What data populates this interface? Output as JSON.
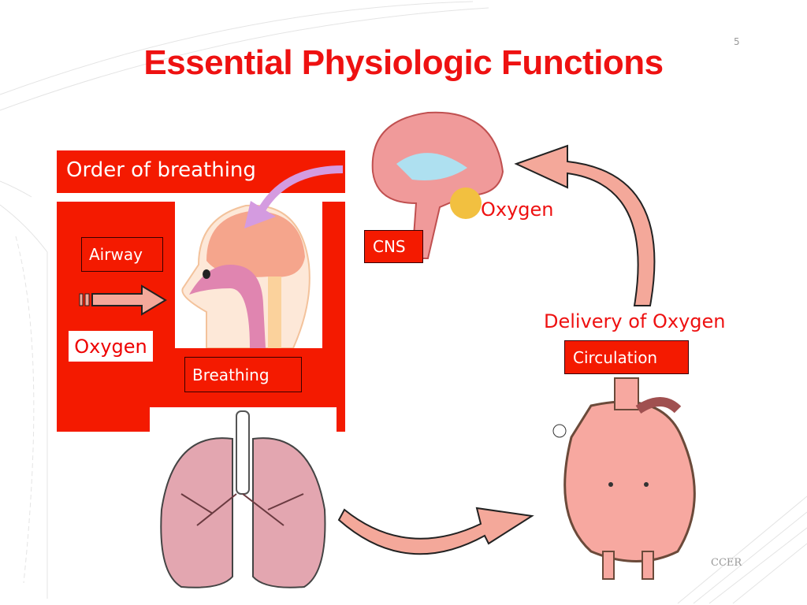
{
  "slide": {
    "title": "Essential Physiologic Functions",
    "page_number": "5",
    "watermark": "CCER"
  },
  "breathing_panel": {
    "header": "Order of breathing",
    "airway": "Airway",
    "oxygen": "Oxygen",
    "breathing": "Breathing"
  },
  "cns": {
    "label": "CNS",
    "oxygen": "Oxygen"
  },
  "circulation": {
    "delivery": "Delivery of Oxygen",
    "label": "Circulation"
  },
  "colors": {
    "accent": "#f41a00",
    "arrow": "#f4a89a"
  }
}
